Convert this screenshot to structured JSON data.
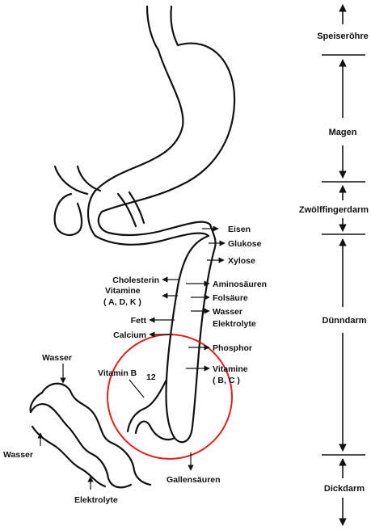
{
  "segments": {
    "speiseroehre": "Speiseröhre",
    "magen": "Magen",
    "zwoelffingerdarm": "Zwölffingerdarm",
    "duenndarm": "Dünndarm",
    "dickdarm": "Dickdarm"
  },
  "absorption_right": {
    "eisen": "Eisen",
    "glukose": "Glukose",
    "xylose": "Xylose",
    "aminosaeuren": "Aminosäuren",
    "folsaeure": "Folsäure",
    "wasser": "Wasser",
    "elektrolyte": "Elektrolyte",
    "phosphor": "Phosphor",
    "vitamine": "Vitamine",
    "vitamine_bc": "( B, C )"
  },
  "absorption_left": {
    "cholesterin": "Cholesterin",
    "vitamine": "Vitamine",
    "vitamine_adk": "( A, D, K )",
    "fett": "Fett",
    "calcium": "Calcium"
  },
  "lower": {
    "wasser_top": "Wasser",
    "vitamin_b": "Vitamin B",
    "vitamin_b_sub": "12",
    "wasser_left": "Wasser",
    "gallensaeuren": "Gallensäuren",
    "elektrolyte": "Elektrolyte"
  },
  "highlight_color": "#e0201c"
}
